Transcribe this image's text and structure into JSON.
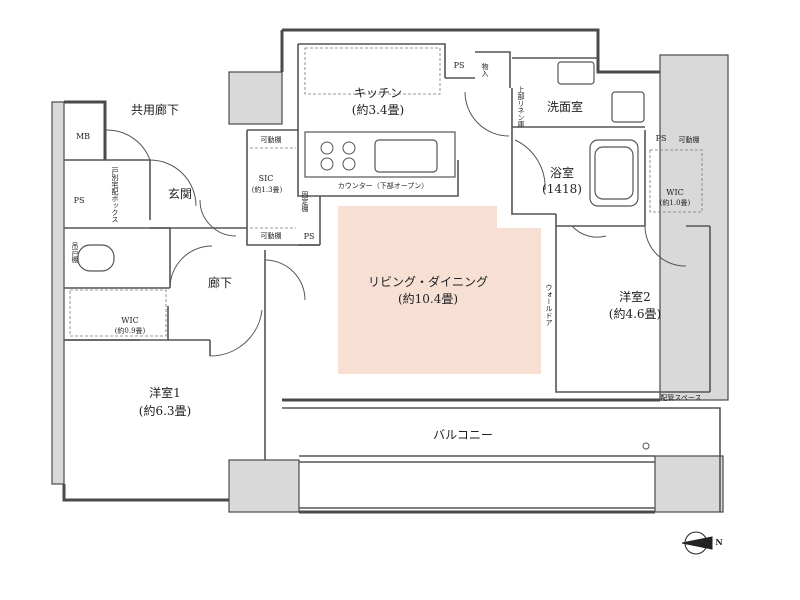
{
  "colors": {
    "wall": "#4a4a4a",
    "wall_fill": "#d9d9d9",
    "living_fill": "#f7dfd4",
    "line": "#555555"
  },
  "compass": {
    "icon": "north-arrow-icon",
    "label": "N"
  },
  "rooms": {
    "kitchen": {
      "name": "キッチン",
      "size": "(約3.4畳)"
    },
    "counter": "カウンター（下部オープン）",
    "washroom": "洗面室",
    "bath": {
      "name": "浴室",
      "size": "(1418)"
    },
    "living": {
      "name": "リビング・ダイニング",
      "size": "(約10.4畳)"
    },
    "western2": {
      "name": "洋室2",
      "size": "(約4.6畳)"
    },
    "western1": {
      "name": "洋室1",
      "size": "(約6.3畳)"
    },
    "balcony": "バルコニー",
    "corridor_common": "共用廊下",
    "entrance": "玄関",
    "hall": "廊下",
    "sic": {
      "name": "SIC",
      "size": "(約1.3畳)"
    },
    "wic1": {
      "name": "WIC",
      "size": "(約0.9畳)"
    },
    "wic2": {
      "name": "WIC",
      "size": "(約1.0畳)"
    }
  },
  "small_labels": {
    "mb": "MB",
    "ps1": "PS",
    "ps2": "PS",
    "ps3": "PS",
    "ps4": "PS",
    "delivery_box": "戸別宅配ボックス",
    "movable_shelf1": "可動棚",
    "movable_shelf2": "可動棚",
    "movable_shelf3": "可動棚",
    "fixed_shelf": "固定棚",
    "storage": "物入",
    "upper_linen": "上部リネン庫",
    "wall_door": "ウォールドア",
    "pipe_space": "配管スペース",
    "toilet_shelf": "吊戸棚"
  }
}
